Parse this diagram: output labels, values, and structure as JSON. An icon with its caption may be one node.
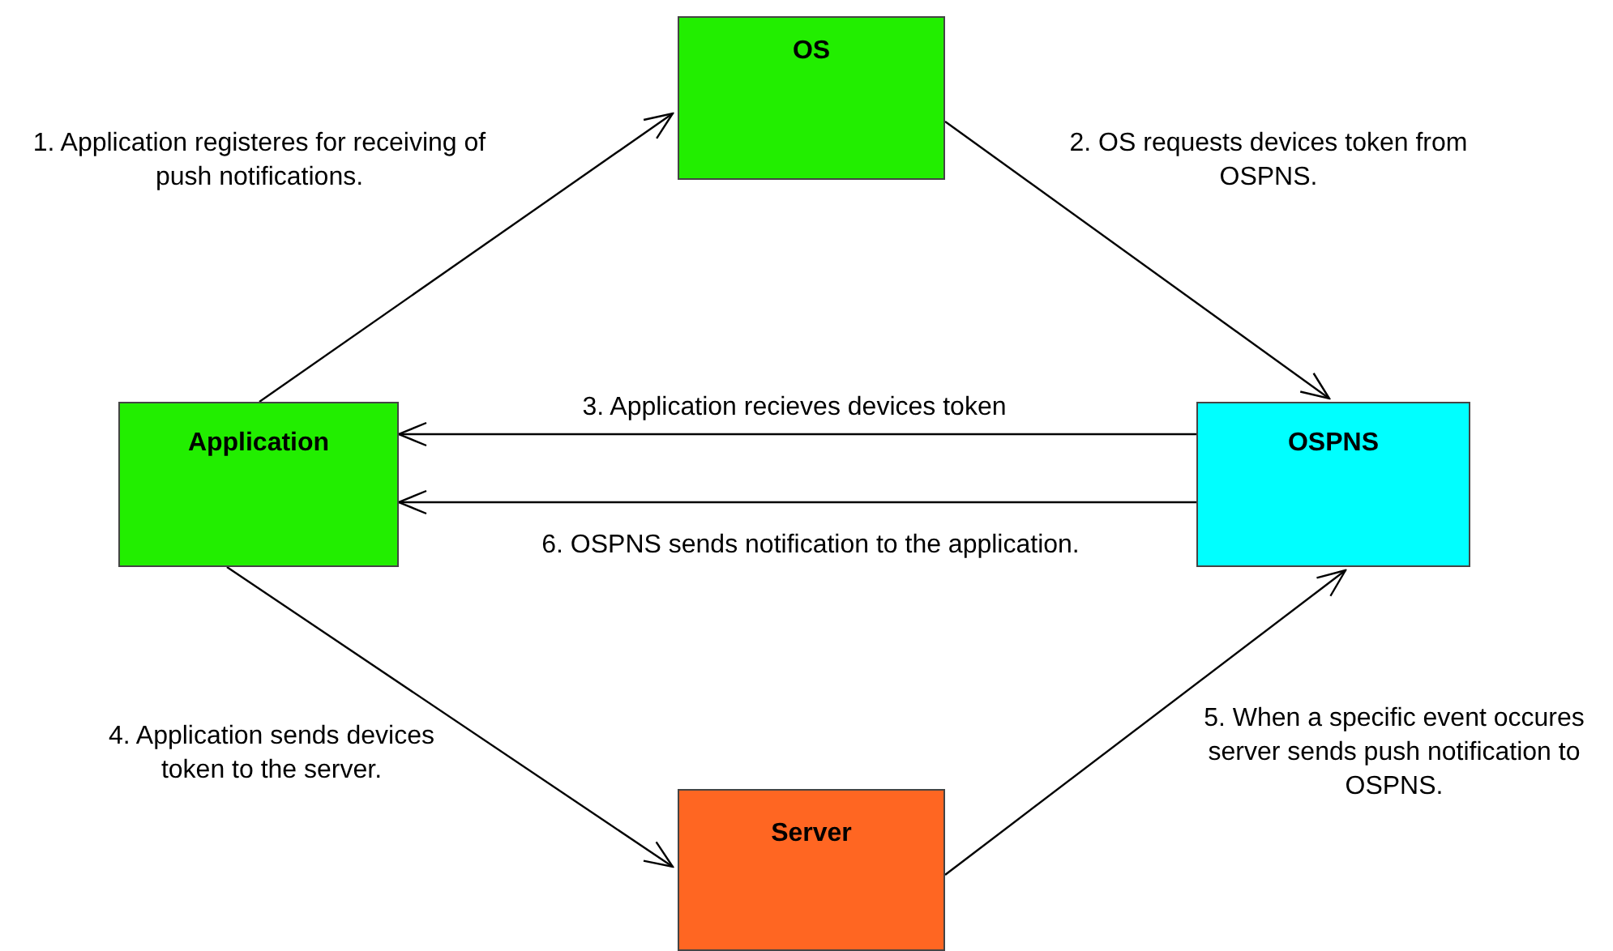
{
  "diagram": {
    "nodes": [
      {
        "text": [
          "OS"
        ]
      },
      {
        "text": [
          "Application"
        ]
      },
      {
        "text": [
          "OSPNS"
        ]
      },
      {
        "text": [
          "Server"
        ]
      }
    ],
    "edges": [
      {
        "from": 1,
        "to": 0,
        "arrow": "to",
        "label": "1. Application registeres for receiving of push notifications."
      },
      {
        "from": 0,
        "to": 2,
        "arrow": "to",
        "label": "2. OS requests devices token from OSPNS."
      },
      {
        "from": 2,
        "to": 1,
        "arrow": "to",
        "label": "3. Application recieves devices token"
      },
      {
        "from": 1,
        "to": 3,
        "arrow": "to",
        "label": "4. Application sends devices token to the server."
      },
      {
        "from": 3,
        "to": 2,
        "arrow": "to",
        "label": "5. When a specific event occures server sends push notification to OSPNS."
      },
      {
        "from": 2,
        "to": 1,
        "arrow": "to",
        "label": "6. OSPNS sends notification to the application."
      }
    ]
  }
}
